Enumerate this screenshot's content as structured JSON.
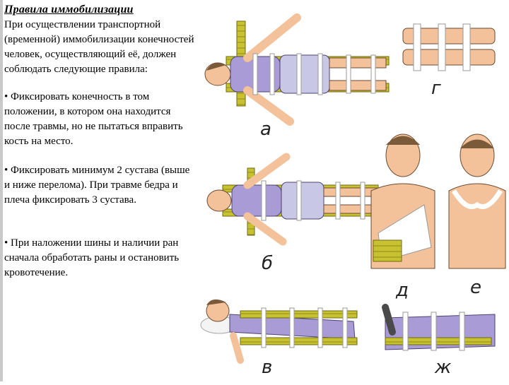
{
  "slide": {
    "title": "Правила иммобилизации",
    "intro": "При осуществлении транспортной (временной) иммобилизации конечностей человек, осуществляющий её, должен соблюдать следующие правила:",
    "rules": [
      "• Фиксировать конечность в том положении, в котором она находится после травмы, но не пытаться вправить кость на место.",
      "• Фиксировать минимум 2 сустава (выше и ниже перелома). При травме бедра и плеча фиксировать 3 сустава.",
      "• При наложении шины и наличии ран сначала обработать раны и остановить кровотечение."
    ]
  },
  "figures": {
    "labels": [
      "а",
      "б",
      "в",
      "г",
      "д",
      "е",
      "ж"
    ]
  },
  "colors": {
    "splint": "#c8c230",
    "skin": "#f3c29a",
    "shirt": "#a99bd6",
    "pants": "#c9c7e6",
    "bandage": "#ffffff",
    "hair": "#7b5a3a"
  }
}
